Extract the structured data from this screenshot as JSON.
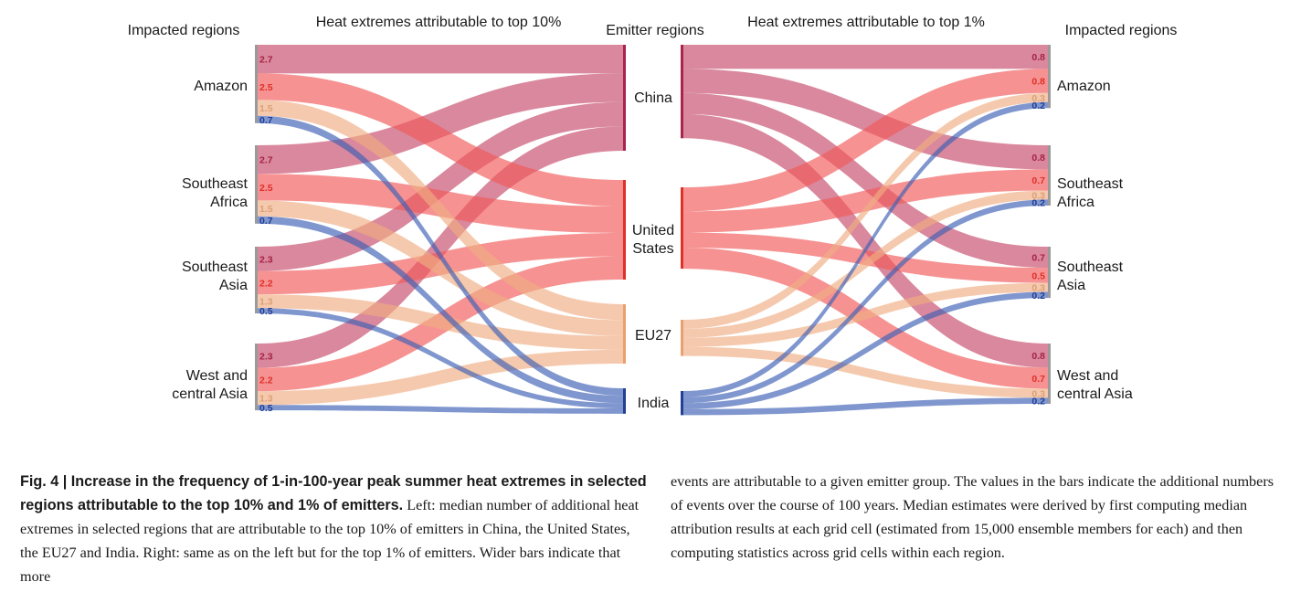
{
  "chart_data": [
    {
      "type": "sankey",
      "title": "Heat extremes attributable to top 10%",
      "source_label": "Impacted regions",
      "target_label": "Emitter regions",
      "regions": [
        "Amazon",
        "Southeast Africa",
        "Southeast Asia",
        "West and central Asia"
      ],
      "emitters": [
        "China",
        "United States",
        "EU27",
        "India"
      ],
      "flows": [
        {
          "region": "Amazon",
          "values": [
            2.7,
            2.5,
            1.5,
            0.7
          ]
        },
        {
          "region": "Southeast Africa",
          "values": [
            2.7,
            2.5,
            1.5,
            0.7
          ]
        },
        {
          "region": "Southeast Asia",
          "values": [
            2.3,
            2.2,
            1.3,
            0.5
          ]
        },
        {
          "region": "West and central Asia",
          "values": [
            2.3,
            2.2,
            1.3,
            0.5
          ]
        }
      ]
    },
    {
      "type": "sankey",
      "title": "Heat extremes attributable to top 1%",
      "source_label": "Emitter regions",
      "target_label": "Impacted regions",
      "regions": [
        "Amazon",
        "Southeast Africa",
        "Southeast Asia",
        "West and central Asia"
      ],
      "emitters": [
        "China",
        "United States",
        "EU27",
        "India"
      ],
      "flows": [
        {
          "region": "Amazon",
          "values": [
            0.8,
            0.8,
            0.3,
            0.2
          ]
        },
        {
          "region": "Southeast Africa",
          "values": [
            0.8,
            0.7,
            0.3,
            0.2
          ]
        },
        {
          "region": "Southeast Asia",
          "values": [
            0.7,
            0.5,
            0.3,
            0.2
          ]
        },
        {
          "region": "West and central Asia",
          "values": [
            0.8,
            0.7,
            0.3,
            0.2
          ]
        }
      ]
    }
  ],
  "labels": {
    "left_impacted": "Impacted regions",
    "center_emitters": "Emitter regions",
    "right_impacted": "Impacted regions",
    "left_title": "Heat extremes attributable to top 10%",
    "right_title": "Heat extremes attributable to top 1%"
  },
  "region_lines": [
    [
      "Amazon"
    ],
    [
      "Southeast",
      "Africa"
    ],
    [
      "Southeast",
      "Asia"
    ],
    [
      "West and",
      "central Asia"
    ]
  ],
  "emitter_lines": [
    [
      "China"
    ],
    [
      "United",
      "States"
    ],
    [
      "EU27"
    ],
    [
      "India"
    ]
  ],
  "colors": {
    "China": "#c64a6a",
    "United States": "#f25a5a",
    "EU27": "#f0ad82",
    "India": "#3e5fb5",
    "China_label": "#a52346",
    "United States_label": "#e0302a",
    "EU27_label": "#dca077",
    "India_label": "#213f94",
    "China_bar": "#a8244c",
    "United States_bar": "#e0302a",
    "EU27_bar": "#e8a070",
    "India_bar": "#213f94",
    "region_bar": "#9a9a9a"
  },
  "caption": {
    "fig_label": "Fig. 4 | ",
    "bold": "Increase in the frequency of 1-in-100-year peak summer heat extremes in selected regions attributable to the top 10% and 1% of emitters.",
    "left_rest": " Left: median number of additional heat extremes in selected regions that are attributable to the top 10% of emitters in China, the United States, the EU27 and India. Right: same as on the left but for the top 1% of emitters. Wider bars indicate that more",
    "right_text": "events are attributable to a given emitter group. The values in the bars indicate the additional numbers of events over the course of 100 years. Median estimates were derived by first computing median attribution results at each grid cell (estimated from 15,000 ensemble members for each) and then computing statistics across grid cells within each region."
  }
}
